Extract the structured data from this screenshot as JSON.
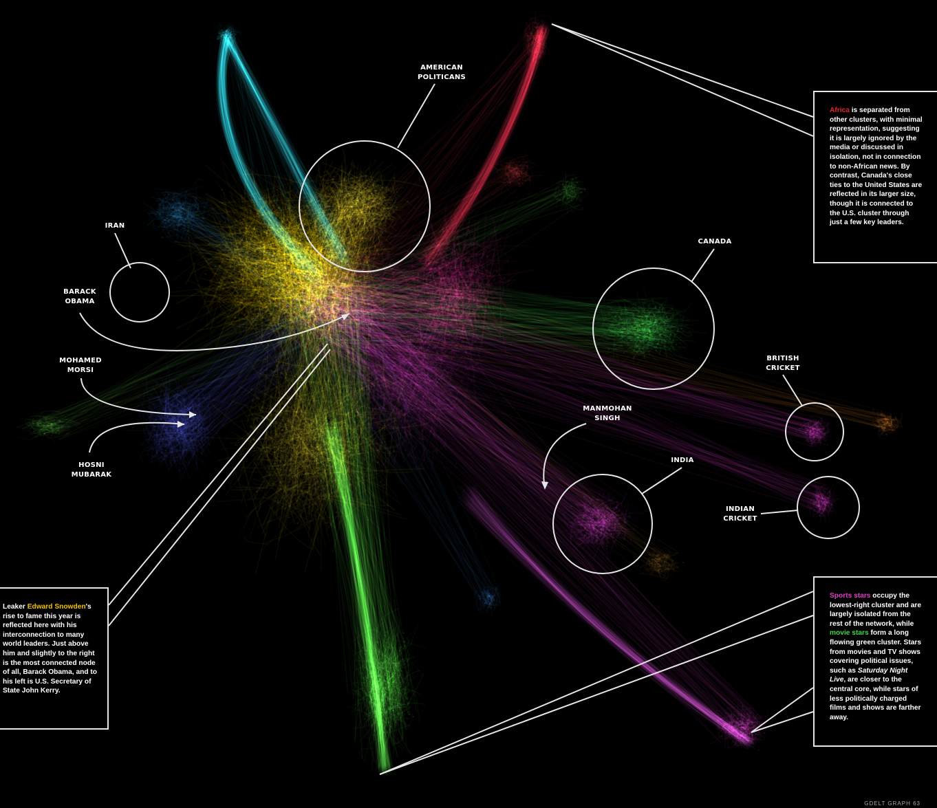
{
  "colors": {
    "background": "#000000",
    "africa": "#e8202f",
    "snowden": "#f2c200",
    "sports": "#e23ac8",
    "movies": "#3fd64a",
    "annotation_line": "#e6e6e6"
  },
  "labels": {
    "american_politicans": [
      "AMERICAN",
      "POLITICANS"
    ],
    "iran": [
      "IRAN"
    ],
    "barack_obama": [
      "BARACK",
      "OBAMA"
    ],
    "mohamed_morsi": [
      "MOHAMED",
      "MORSI"
    ],
    "hosni_mubarak": [
      "HOSNI",
      "MUBARAK"
    ],
    "canada": [
      "CANADA"
    ],
    "british_cricket": [
      "BRITISH",
      "CRICKET"
    ],
    "manmohan_singh": [
      "MANMOHAN",
      "SINGH"
    ],
    "india": [
      "INDIA"
    ],
    "indian_cricket": [
      "INDIAN",
      "CRICKET"
    ]
  },
  "boxes": {
    "africa": {
      "highlight": "Africa",
      "text": " is separated from other clusters, with minimal representation, suggesting it is largely ignored by the media or discussed in isolation, not in connection to non-African news. By contrast, Canada's close ties to the United States are reflected in its larger size, though it is connected to the U.S. cluster through just a few key leaders."
    },
    "snowden": {
      "pre": "Leaker ",
      "highlight": "Edward Snowden",
      "text": "'s rise to fame this year is reflected here with his interconnection to many world leaders. Just above him and slightly to the right is the most connected node of all, Barack Obama, and to his left is U.S. Secretary of State John Kerry."
    },
    "sports": {
      "highlight": "Sports stars",
      "text1": " occupy the lowest-right cluster and are largely isolated from the rest of the network, while ",
      "highlight2": "movie stars",
      "text2": " form a long flowing green cluster. Stars from movies and TV shows covering political issues, such as ",
      "italic": "Saturday Night Live",
      "text3": ", are closer to the central core, while stars of less politically charged films and shows are farther away."
    }
  },
  "footer": "GDELT GRAPH 63"
}
